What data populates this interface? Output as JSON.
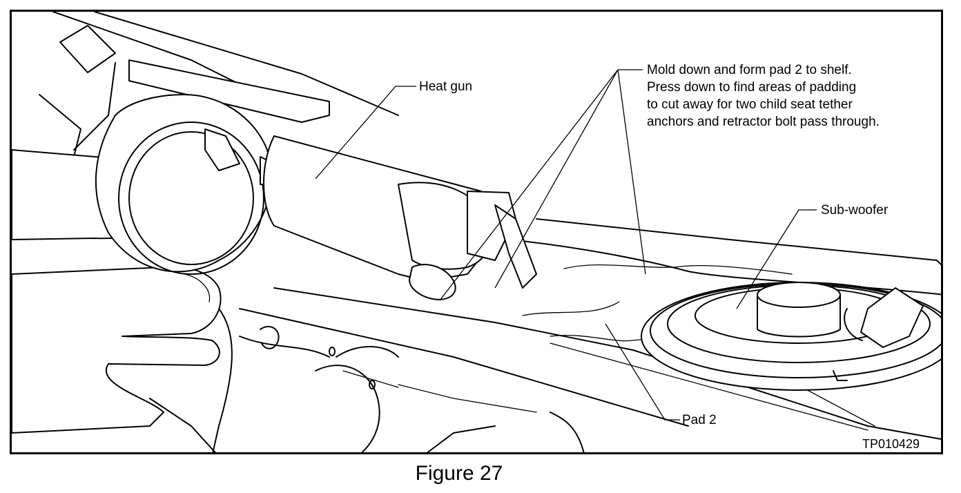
{
  "callouts": {
    "heat_gun": "Heat gun",
    "mold_lines": [
      "Mold down and form pad 2 to shelf.",
      "Press down to find areas of padding",
      "to cut away for two child seat tether",
      "anchors and retractor bolt pass through."
    ],
    "subwoofer": "Sub-woofer",
    "pad2": "Pad 2"
  },
  "figure_id": "TP010429",
  "caption": "Figure 27"
}
